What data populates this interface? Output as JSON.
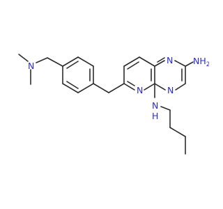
{
  "molecule": {
    "atom_labels": {
      "n_dimethyl": "N",
      "n_ring_pyridine": "N",
      "n_ring_pyrimidine_top": "N",
      "n_ring_pyrimidine_bottom": "N",
      "amino_nh2": "NH",
      "amino_nh2_subscript": "2",
      "amino_nh": "N",
      "amino_nh_h": "H"
    },
    "colors": {
      "bond": "#2b2b2b",
      "nitrogen": "#2a2ad8",
      "background": "#ffffff"
    }
  }
}
